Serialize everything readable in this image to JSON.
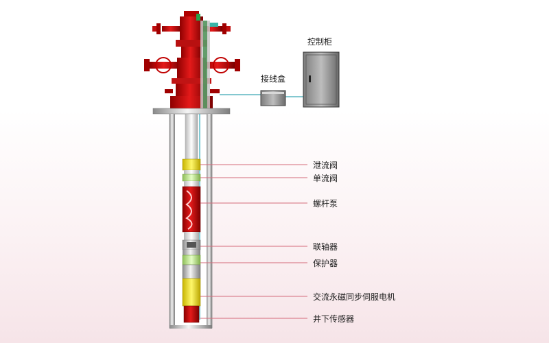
{
  "diagram": {
    "equipment_labels": {
      "control_cabinet": "控制柜",
      "junction_box": "接线盒"
    },
    "component_labels": [
      "泄流阀",
      "单流阀",
      "螺杆泵",
      "联轴器",
      "保护器",
      "交流永磁同步伺服电机",
      "井下传感器"
    ]
  }
}
